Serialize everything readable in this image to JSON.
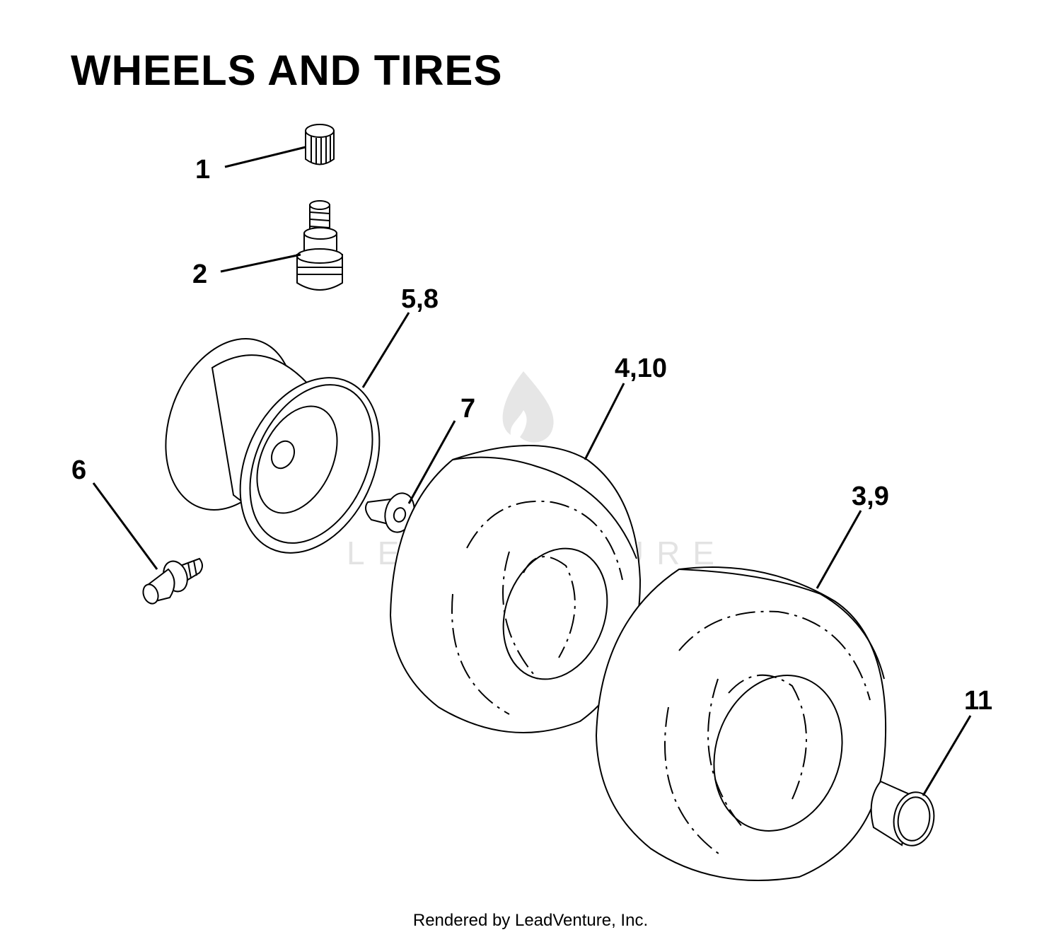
{
  "title": "WHEELS AND TIRES",
  "callouts": {
    "c1": "1",
    "c2": "2",
    "c5_8": "5,8",
    "c6": "6",
    "c7": "7",
    "c4_10": "4,10",
    "c3_9": "3,9",
    "c11": "11"
  },
  "watermark": {
    "text": "LEADVENTURE",
    "color": "#e3e3e3"
  },
  "footer": "Rendered by LeadVenture, Inc."
}
